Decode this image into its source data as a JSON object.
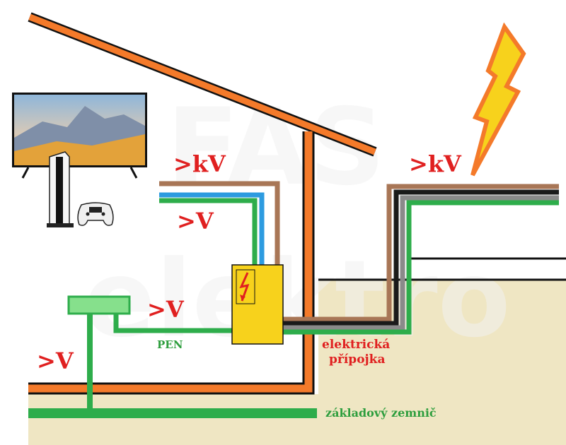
{
  "labels": {
    "kv_left": ">kV",
    "kv_right": ">kV",
    "v_upper": ">V",
    "v_middle": ">V",
    "v_lower": ">V",
    "pen": "PEN",
    "connection_line1": "elektrická",
    "connection_line2": "přípojka",
    "earth_electrode": "základový zemnič"
  },
  "watermark": {
    "line1": "FAS",
    "line2": "elektro"
  },
  "colors": {
    "roof_orange": "#f47a2a",
    "outline_black": "#111111",
    "soil": "#efe6c3",
    "conductor_brown": "#a87656",
    "conductor_blue": "#2d9be0",
    "conductor_green": "#2ead4b",
    "conductor_black": "#1a1a1a",
    "conductor_grey": "#8a8a8a",
    "label_red": "#e02020",
    "label_green": "#2e9e3e",
    "lightning_yellow": "#f7d21c",
    "lightning_outline": "#f47a2a",
    "box_yellow": "#f7d21c",
    "terminal_green": "#86e08c"
  },
  "icons": {
    "tv": "tv-icon",
    "console": "game-console-icon",
    "controller": "game-controller-icon",
    "lightning": "lightning-bolt-icon",
    "fuse_box": "fuse-box-icon"
  }
}
